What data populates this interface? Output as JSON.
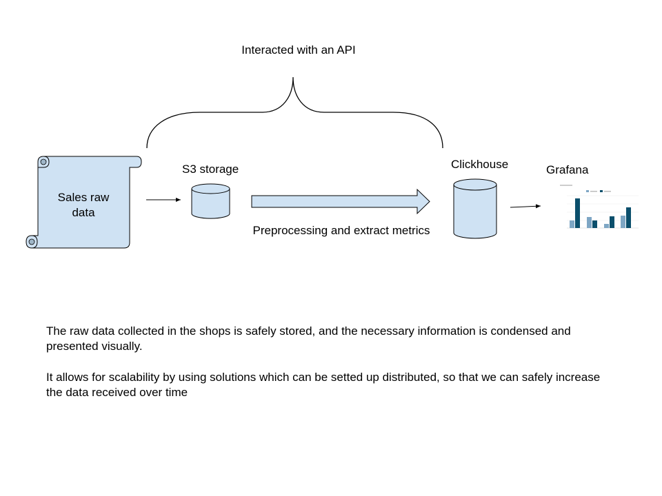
{
  "diagram": {
    "brace_label": "Interacted with an API",
    "nodes": {
      "source": {
        "label_line1": "Sales raw",
        "label_line2": "data",
        "icon": "scroll-icon"
      },
      "s3": {
        "label": "S3 storage",
        "icon": "cylinder-icon"
      },
      "clickhouse": {
        "label": "Clickhouse",
        "icon": "cylinder-icon"
      },
      "grafana": {
        "label": "Grafana",
        "icon": "bar-chart-thumbnail"
      }
    },
    "process_label": "Preprocessing and extract metrics",
    "colors": {
      "fill": "#cfe2f3",
      "stroke": "#000000",
      "chart_light": "#7ea6c4",
      "chart_dark": "#0b4f6c"
    }
  },
  "description": {
    "paragraph1": "The raw data collected in the shops is safely stored, and the necessary information is condensed and presented visually.",
    "paragraph2": "It allows for scalability by using solutions which can be setted up distributed, so that we can safely increase the data received over time"
  }
}
